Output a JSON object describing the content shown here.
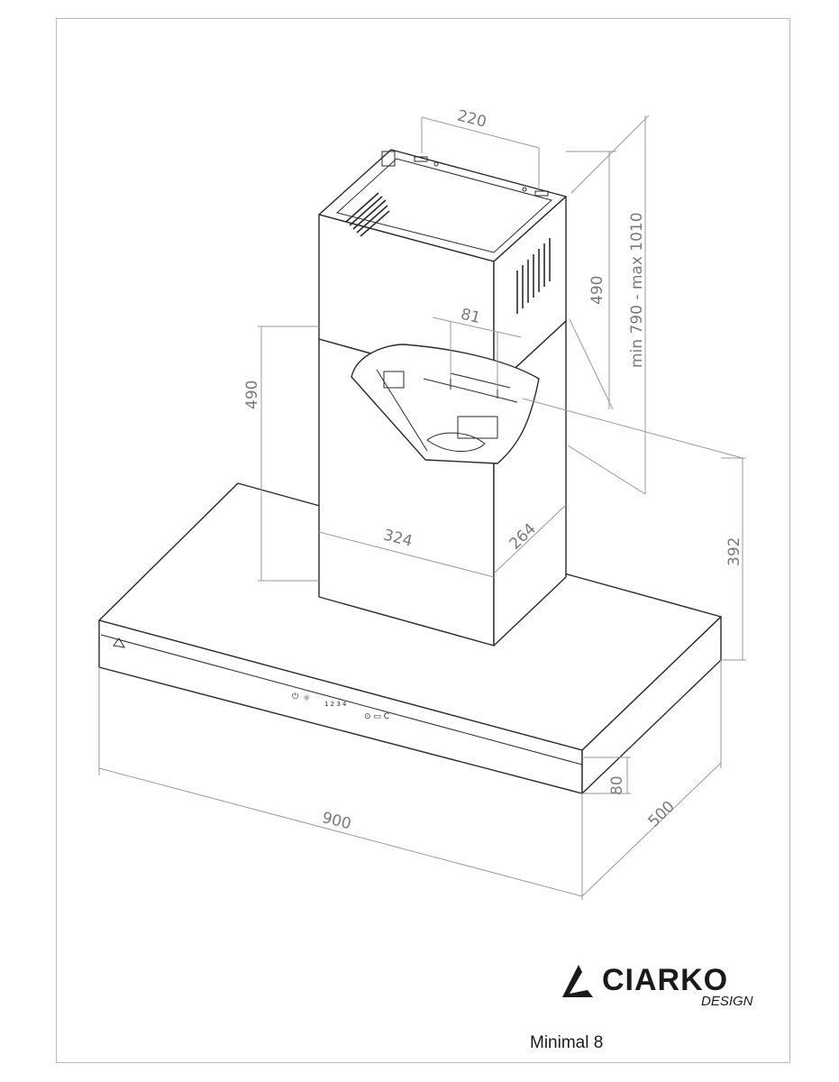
{
  "dimensions": {
    "chimney_top_width": "220",
    "chimney_upper_height": "490",
    "chimney_lower_height": "490",
    "chimney_adjust_range": "min 790 - max 1010",
    "bracket_spacing": "81",
    "chimney_width": "324",
    "chimney_depth": "264",
    "canopy_height": "392",
    "hood_width": "900",
    "hood_depth": "500",
    "hood_thickness": "80"
  },
  "control_panel": {
    "power_symbol": "⏻",
    "light_symbol": "☼",
    "speeds": "1 2 3 4",
    "timer_symbols": "⊙ ▭ C"
  },
  "brand": {
    "name": "CIARKO",
    "subtitle": "DESIGN"
  },
  "model": "Minimal 8",
  "colors": {
    "line": "#2a2a2a",
    "dimension": "#7a7a7a",
    "frame": "#b8b8b8"
  }
}
